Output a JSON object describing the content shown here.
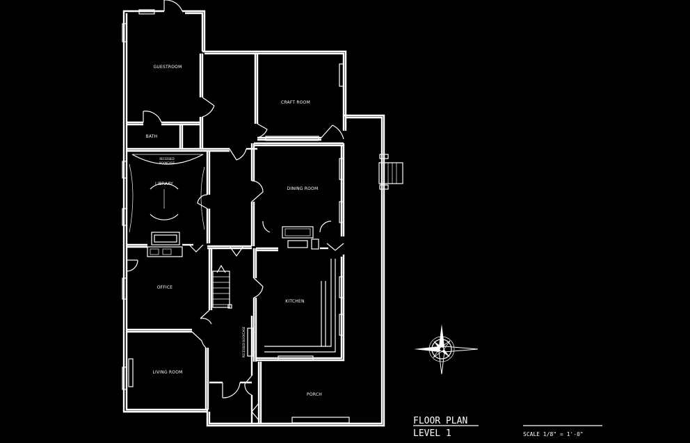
{
  "rooms": {
    "guestroom": "GUESTROOM",
    "craft_room": "CRAFT ROOM",
    "bath": "BATH",
    "recessed_bookcase_top": "RECESSED",
    "recessed_bookcase_bottom": "BOOKCASE",
    "library": "LIBRARY",
    "dining_room": "DINING ROOM",
    "office": "OFFICE",
    "kitchen": "KITCHEN",
    "living_room": "LIVING ROOM",
    "recessed_bookcase_vertical": "RECESSED BOOKCASE",
    "porch": "PORCH"
  },
  "title_block": {
    "line1": "FLOOR PLAN",
    "line2": "LEVEL 1",
    "scale": "SCALE 1/8\" = 1'-0\""
  },
  "colors": {
    "background": "#000000",
    "linework": "#ffffff"
  },
  "icons": {
    "compass": "north-arrow-compass-icon"
  }
}
